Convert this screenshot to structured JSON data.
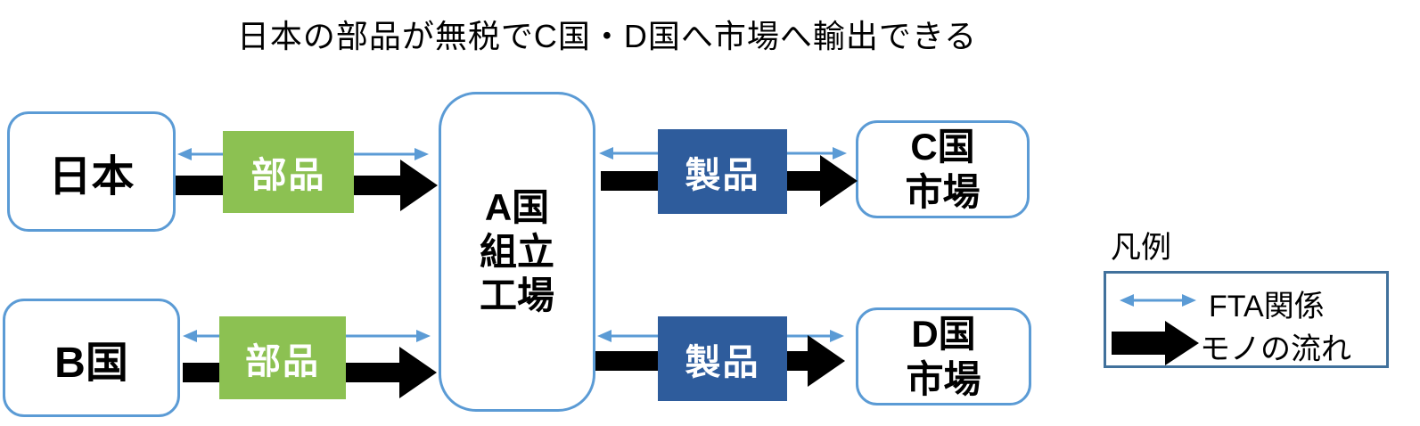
{
  "title": "日本の部品が無税でC国・D国へ市場へ輸出できる",
  "colors": {
    "node_border": "#5B9BD5",
    "parts_green": "#8CC152",
    "product_blue": "#2E5C9C",
    "fta_arrow": "#5B9BD5",
    "goods_arrow": "#000000",
    "legend_border": "#41719C",
    "text": "#000000",
    "background": "#FFFFFF"
  },
  "nodes": {
    "japan": {
      "label": "日本"
    },
    "b_country": {
      "label": "B国"
    },
    "a_factory": {
      "lines": [
        "A国",
        "組立",
        "工場"
      ]
    },
    "c_market": {
      "lines": [
        "C国",
        "市場"
      ]
    },
    "d_market": {
      "lines": [
        "D国",
        "市場"
      ]
    }
  },
  "flow_labels": {
    "parts_top": "部品",
    "parts_bottom": "部品",
    "product_top": "製品",
    "product_bottom": "製品"
  },
  "edges": [
    {
      "from": "日本",
      "to": "A国組立工場",
      "via": "部品",
      "arrows": [
        "FTA関係",
        "モノの流れ"
      ]
    },
    {
      "from": "B国",
      "to": "A国組立工場",
      "via": "部品",
      "arrows": [
        "FTA関係",
        "モノの流れ"
      ]
    },
    {
      "from": "A国組立工場",
      "to": "C国市場",
      "via": "製品",
      "arrows": [
        "FTA関係",
        "モノの流れ"
      ]
    },
    {
      "from": "A国組立工場",
      "to": "D国市場",
      "via": "製品",
      "arrows": [
        "FTA関係",
        "モノの流れ"
      ]
    }
  ],
  "legend": {
    "title": "凡例",
    "items": [
      {
        "symbol": "thin-double-arrow",
        "label": "FTA関係"
      },
      {
        "symbol": "thick-black-arrow",
        "label": "モノの流れ"
      }
    ]
  }
}
